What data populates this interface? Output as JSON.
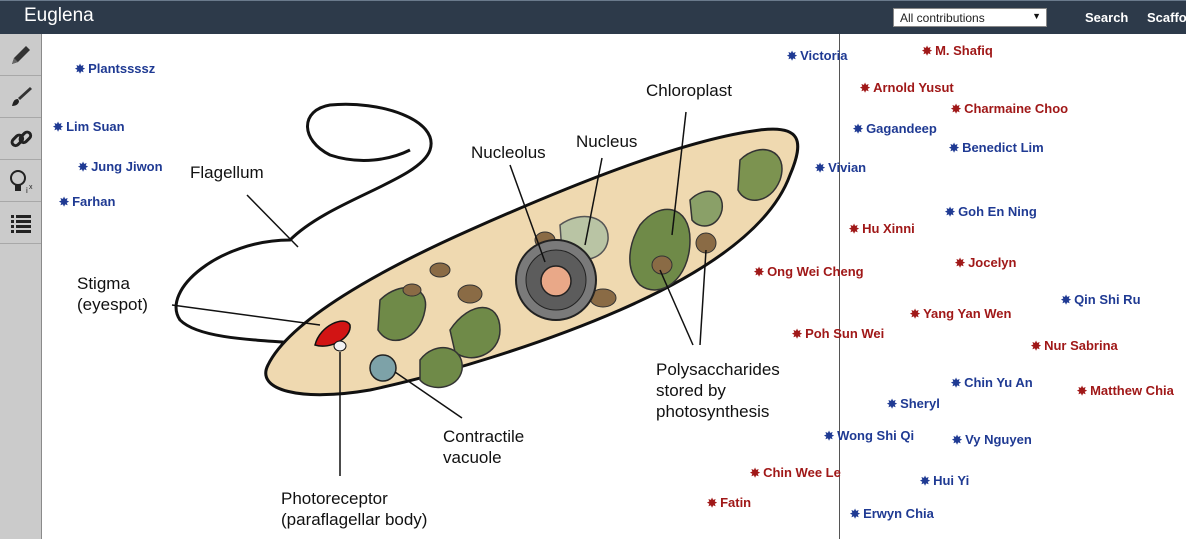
{
  "header": {
    "title": "Euglena",
    "filter": {
      "selected": "All contributions"
    },
    "search_label": "Search",
    "scaffold_label": "Scaffolds"
  },
  "toolbar": {
    "tools": [
      "pencil-icon",
      "brush-icon",
      "link-icon",
      "lightbulb-icon",
      "list-icon"
    ]
  },
  "diagram": {
    "labels": {
      "flagellum": "Flagellum",
      "nucleolus": "Nucleolus",
      "nucleus": "Nucleus",
      "chloroplast": "Chloroplast",
      "stigma": "Stigma\n(eyespot)",
      "contractile": "Contractile\nvacuole",
      "polysaccharides": "Polysaccharides\nstored by\nphotosynthesis",
      "photoreceptor": "Photoreceptor\n(paraflagellar body)"
    }
  },
  "contributions": [
    {
      "name": "Plantssssz",
      "group": "blue"
    },
    {
      "name": "Lim Suan",
      "group": "blue"
    },
    {
      "name": "Jung Jiwon",
      "group": "blue"
    },
    {
      "name": "Farhan",
      "group": "blue"
    },
    {
      "name": "Victoria",
      "group": "blue"
    },
    {
      "name": "M. Shafiq",
      "group": "red"
    },
    {
      "name": "Arnold Yusut",
      "group": "red"
    },
    {
      "name": "Charmaine Choo",
      "group": "red"
    },
    {
      "name": "Gagandeep",
      "group": "blue"
    },
    {
      "name": "Benedict Lim",
      "group": "blue"
    },
    {
      "name": "Vivian",
      "group": "blue"
    },
    {
      "name": "Goh En Ning",
      "group": "blue"
    },
    {
      "name": "Hu Xinni",
      "group": "red"
    },
    {
      "name": "Jocelyn",
      "group": "red"
    },
    {
      "name": "Ong Wei Cheng",
      "group": "red"
    },
    {
      "name": "Qin Shi Ru",
      "group": "blue"
    },
    {
      "name": "Yang Yan Wen",
      "group": "red"
    },
    {
      "name": "Poh Sun Wei",
      "group": "red"
    },
    {
      "name": "Nur Sabrina",
      "group": "red"
    },
    {
      "name": "Chin Yu An",
      "group": "blue"
    },
    {
      "name": "Matthew Chia",
      "group": "red"
    },
    {
      "name": "Sheryl",
      "group": "blue"
    },
    {
      "name": "Wong Shi Qi",
      "group": "blue"
    },
    {
      "name": "Vy Nguyen",
      "group": "blue"
    },
    {
      "name": "Chin Wee Le",
      "group": "red"
    },
    {
      "name": "Hui Yi",
      "group": "blue"
    },
    {
      "name": "Fatin",
      "group": "red"
    },
    {
      "name": "Erwyn Chia",
      "group": "blue"
    }
  ],
  "colors": {
    "blue": "#1f3a93",
    "red": "#a01818",
    "header": "#2d3a4a",
    "toolbar": "#cbcbcb"
  }
}
